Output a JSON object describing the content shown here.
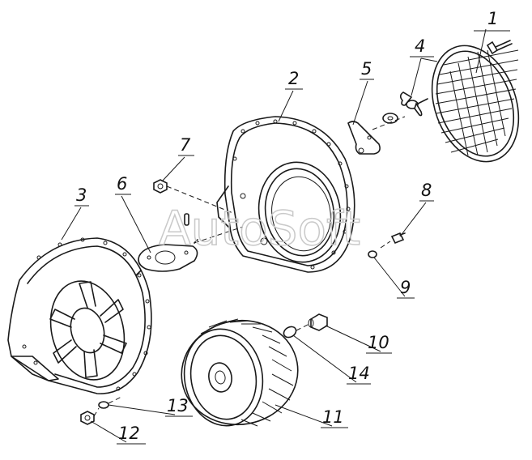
{
  "watermark": "AutoSoft",
  "labels": {
    "p1": "1",
    "p2": "2",
    "p3": "3",
    "p4": "4",
    "p5": "5",
    "p6": "6",
    "p7": "7",
    "p8": "8",
    "p9": "9",
    "p10": "10",
    "p11": "11",
    "p12": "12",
    "p13": "13",
    "p14": "14"
  }
}
